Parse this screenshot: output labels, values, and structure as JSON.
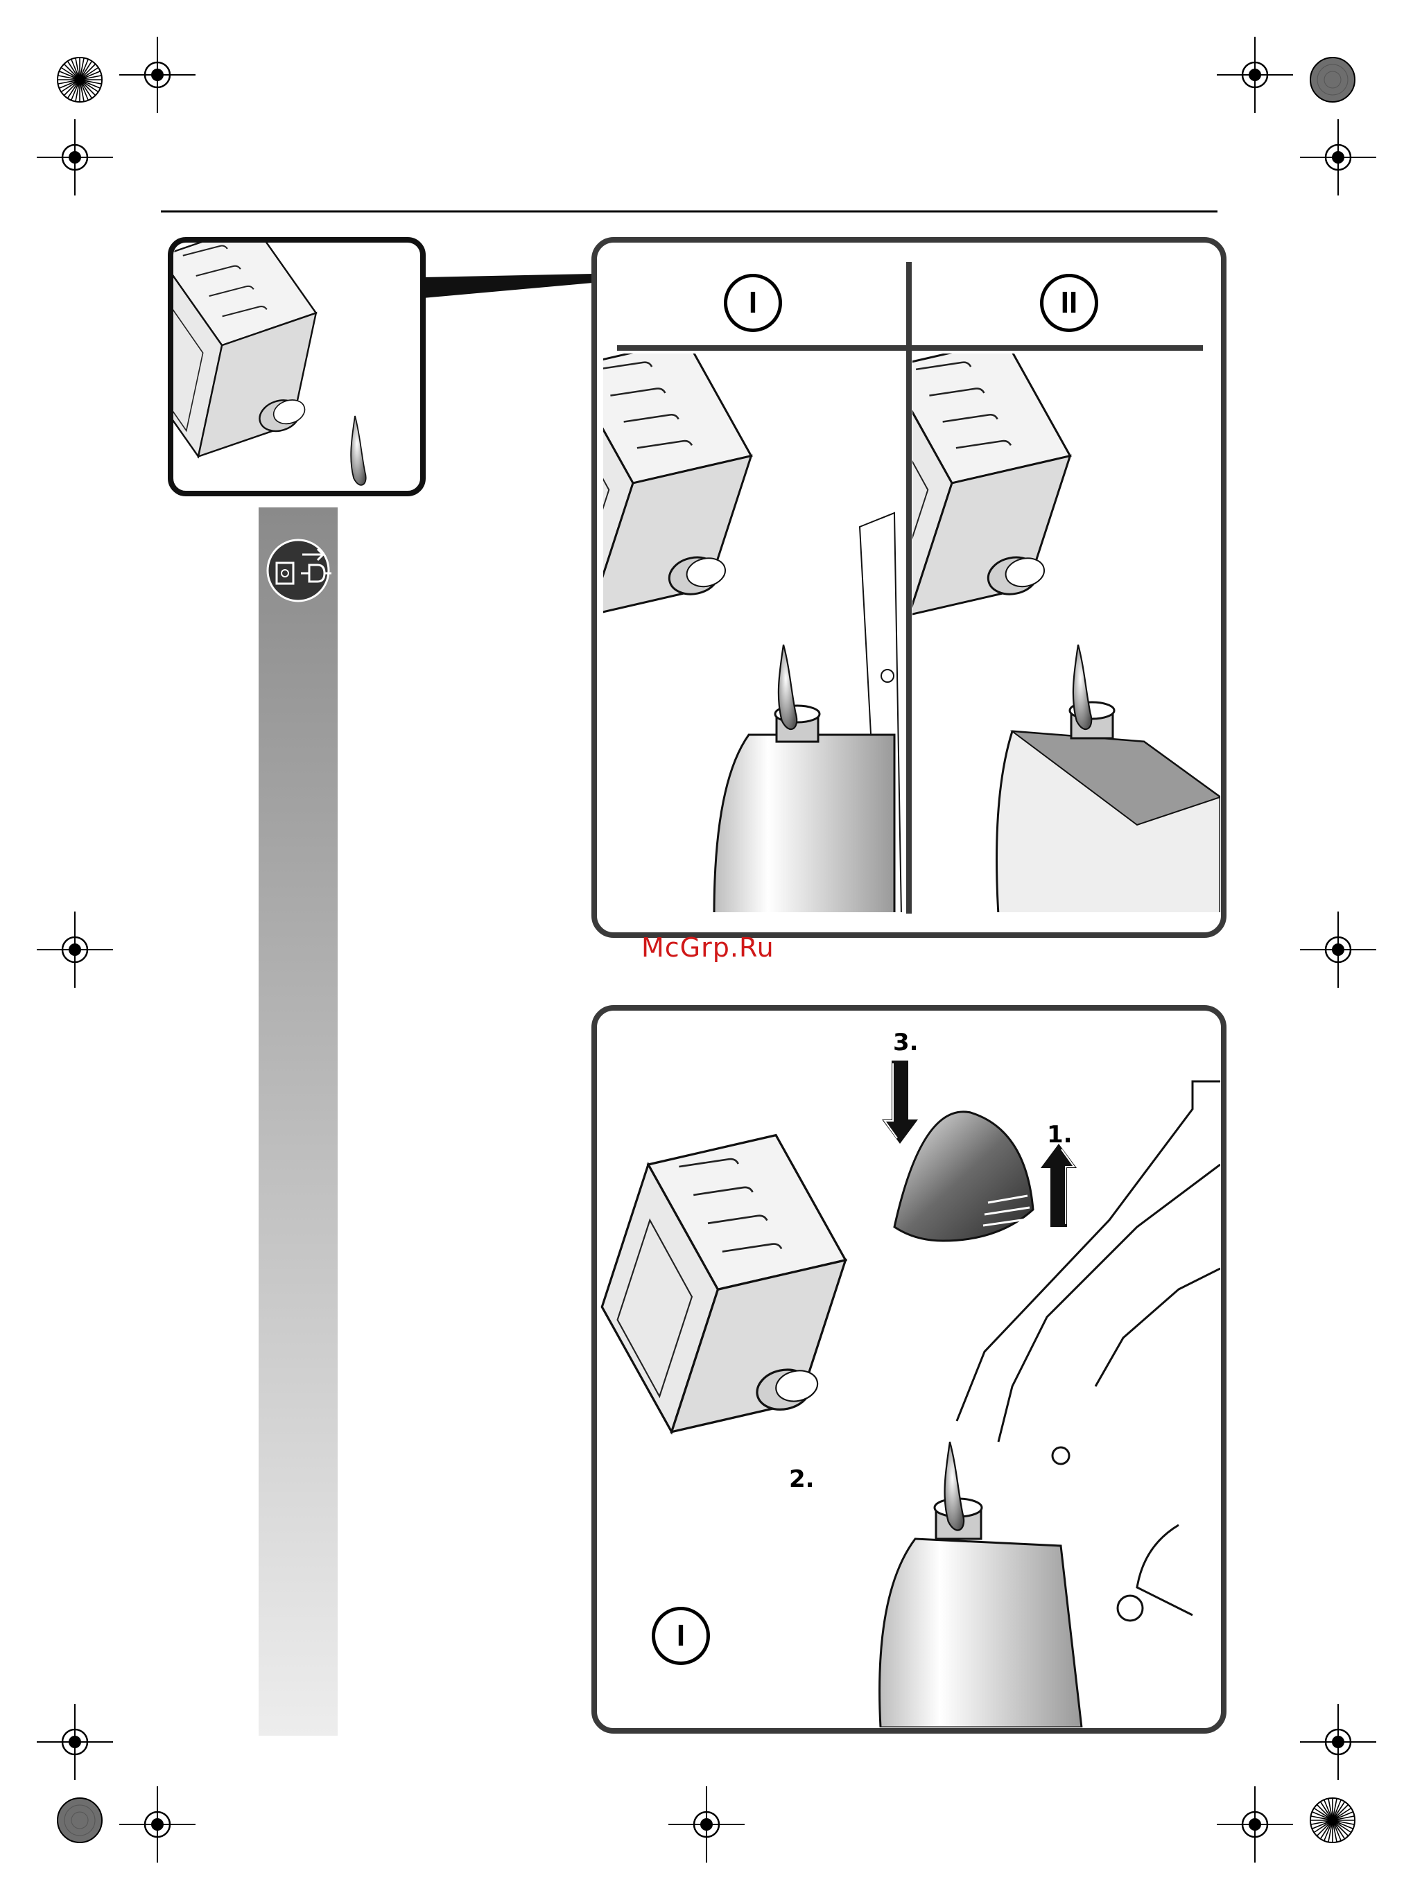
{
  "panels": {
    "top": {
      "col1_symbol": "I",
      "col2_symbol": "II"
    },
    "bottom": {
      "symbol": "I",
      "steps": [
        "1.",
        "2.",
        "3."
      ]
    }
  },
  "watermark": "McGrp.Ru",
  "icons": [
    "registration-mark-icon",
    "unplug-power-icon",
    "oil-bottle-icon",
    "arrow-up-icon",
    "arrow-down-icon"
  ],
  "colors": {
    "frame": "#3a3a3a",
    "sidebar_top": "#8a8a8a",
    "sidebar_bottom": "#ececec",
    "watermark": "#d01818"
  }
}
